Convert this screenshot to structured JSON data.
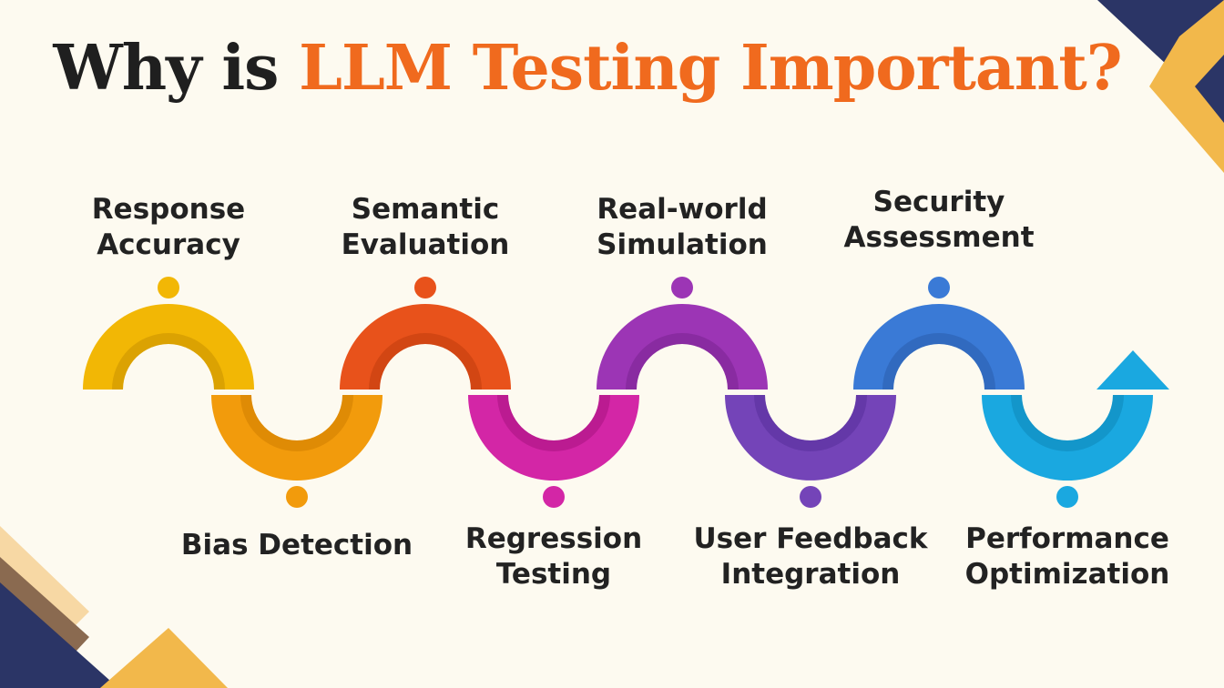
{
  "title": {
    "prefix": "Why is",
    "highlight": "LLM Testing Important?"
  },
  "colors": {
    "background": "#fdfaf0",
    "title_dark": "#1f1f1f",
    "title_accent": "#f06a1e",
    "corner_navy": "#2b3566",
    "corner_gold": "#f2b84b",
    "corner_peach": "#f7d8a4",
    "corner_brown": "#8a6a50"
  },
  "steps": [
    {
      "label": "Response\nAccuracy",
      "position": "top",
      "color": "#f2b705",
      "shade": "#c99200"
    },
    {
      "label": "Bias Detection",
      "position": "bottom",
      "color": "#f29b0c",
      "shade": "#cf7d00"
    },
    {
      "label": "Semantic\nEvaluation",
      "position": "top",
      "color": "#e8521b",
      "shade": "#bf3c0c"
    },
    {
      "label": "Regression\nTesting",
      "position": "bottom",
      "color": "#d326a6",
      "shade": "#a8127f"
    },
    {
      "label": "Real-world\nSimulation",
      "position": "top",
      "color": "#9c35b5",
      "shade": "#7a2290"
    },
    {
      "label": "User Feedback\nIntegration",
      "position": "bottom",
      "color": "#7444b8",
      "shade": "#57309a"
    },
    {
      "label": "Security\nAssessment",
      "position": "top",
      "color": "#3a7ad6",
      "shade": "#2a5cad"
    },
    {
      "label": "Performance\nOptimization",
      "position": "bottom",
      "color": "#1aa8e0",
      "shade": "#0e86b8"
    }
  ]
}
